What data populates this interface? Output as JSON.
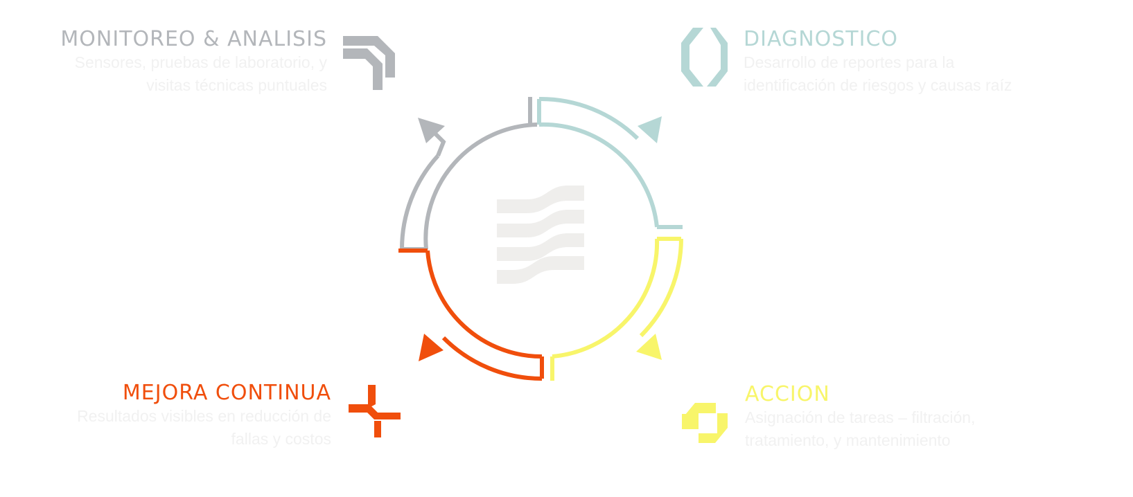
{
  "colors": {
    "monitoreo": "#b3b6ba",
    "diagnostico": "#b5d7d5",
    "accion": "#f8f56a",
    "mejora": "#f04e0c",
    "center": "#efeeec",
    "desc": "#f1f1f1"
  },
  "stages": {
    "monitoreo": {
      "title": "MONITOREO & ANALISIS",
      "desc1": "Sensores, pruebas de laboratorio, y",
      "desc2": "visitas técnicas puntuales",
      "icon": "corner-arrow-icon"
    },
    "diagnostico": {
      "title": "DIAGNOSTICO",
      "desc1": "Desarrollo de reportes para la",
      "desc2": "identificación de riesgos y causas raíz",
      "icon": "diamond-icon"
    },
    "accion": {
      "title": "ACCION",
      "desc1": "Asignación de tareas – filtración,",
      "desc2": "tratamiento, y mantenimiento",
      "icon": "octagon-frame-icon"
    },
    "mejora": {
      "title": "MEJORA CONTINUA",
      "desc1": "Resultados visibles en reducción de",
      "desc2": "fallas y costos",
      "icon": "plus-icon"
    }
  }
}
